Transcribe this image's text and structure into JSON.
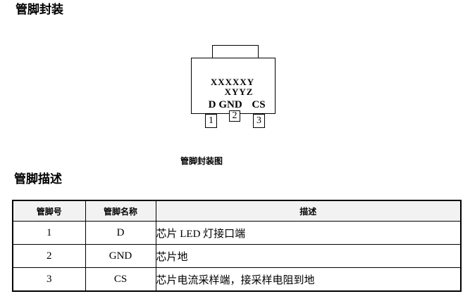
{
  "sections": {
    "package_title": "管脚封装",
    "description_title": "管脚描述"
  },
  "diagram": {
    "caption": "管脚封装图",
    "marking_line1": "XXXXXY",
    "marking_line2": "XYYZ",
    "pins": [
      {
        "name": "D",
        "number": "1"
      },
      {
        "name": "GND",
        "number": "2"
      },
      {
        "name": "CS",
        "number": "3"
      }
    ]
  },
  "pin_table": {
    "headers": [
      "管脚号",
      "管脚名称",
      "描述"
    ],
    "rows": [
      {
        "number": "1",
        "name": "D",
        "description": "芯片 LED 灯接口端"
      },
      {
        "number": "2",
        "name": "GND",
        "description": "芯片地"
      },
      {
        "number": "3",
        "name": "CS",
        "description": "芯片电流采样端，接采样电阻到地"
      }
    ],
    "colors": {
      "header_bg": "#f2f2f2",
      "border": "#000000",
      "text": "#000000"
    }
  }
}
